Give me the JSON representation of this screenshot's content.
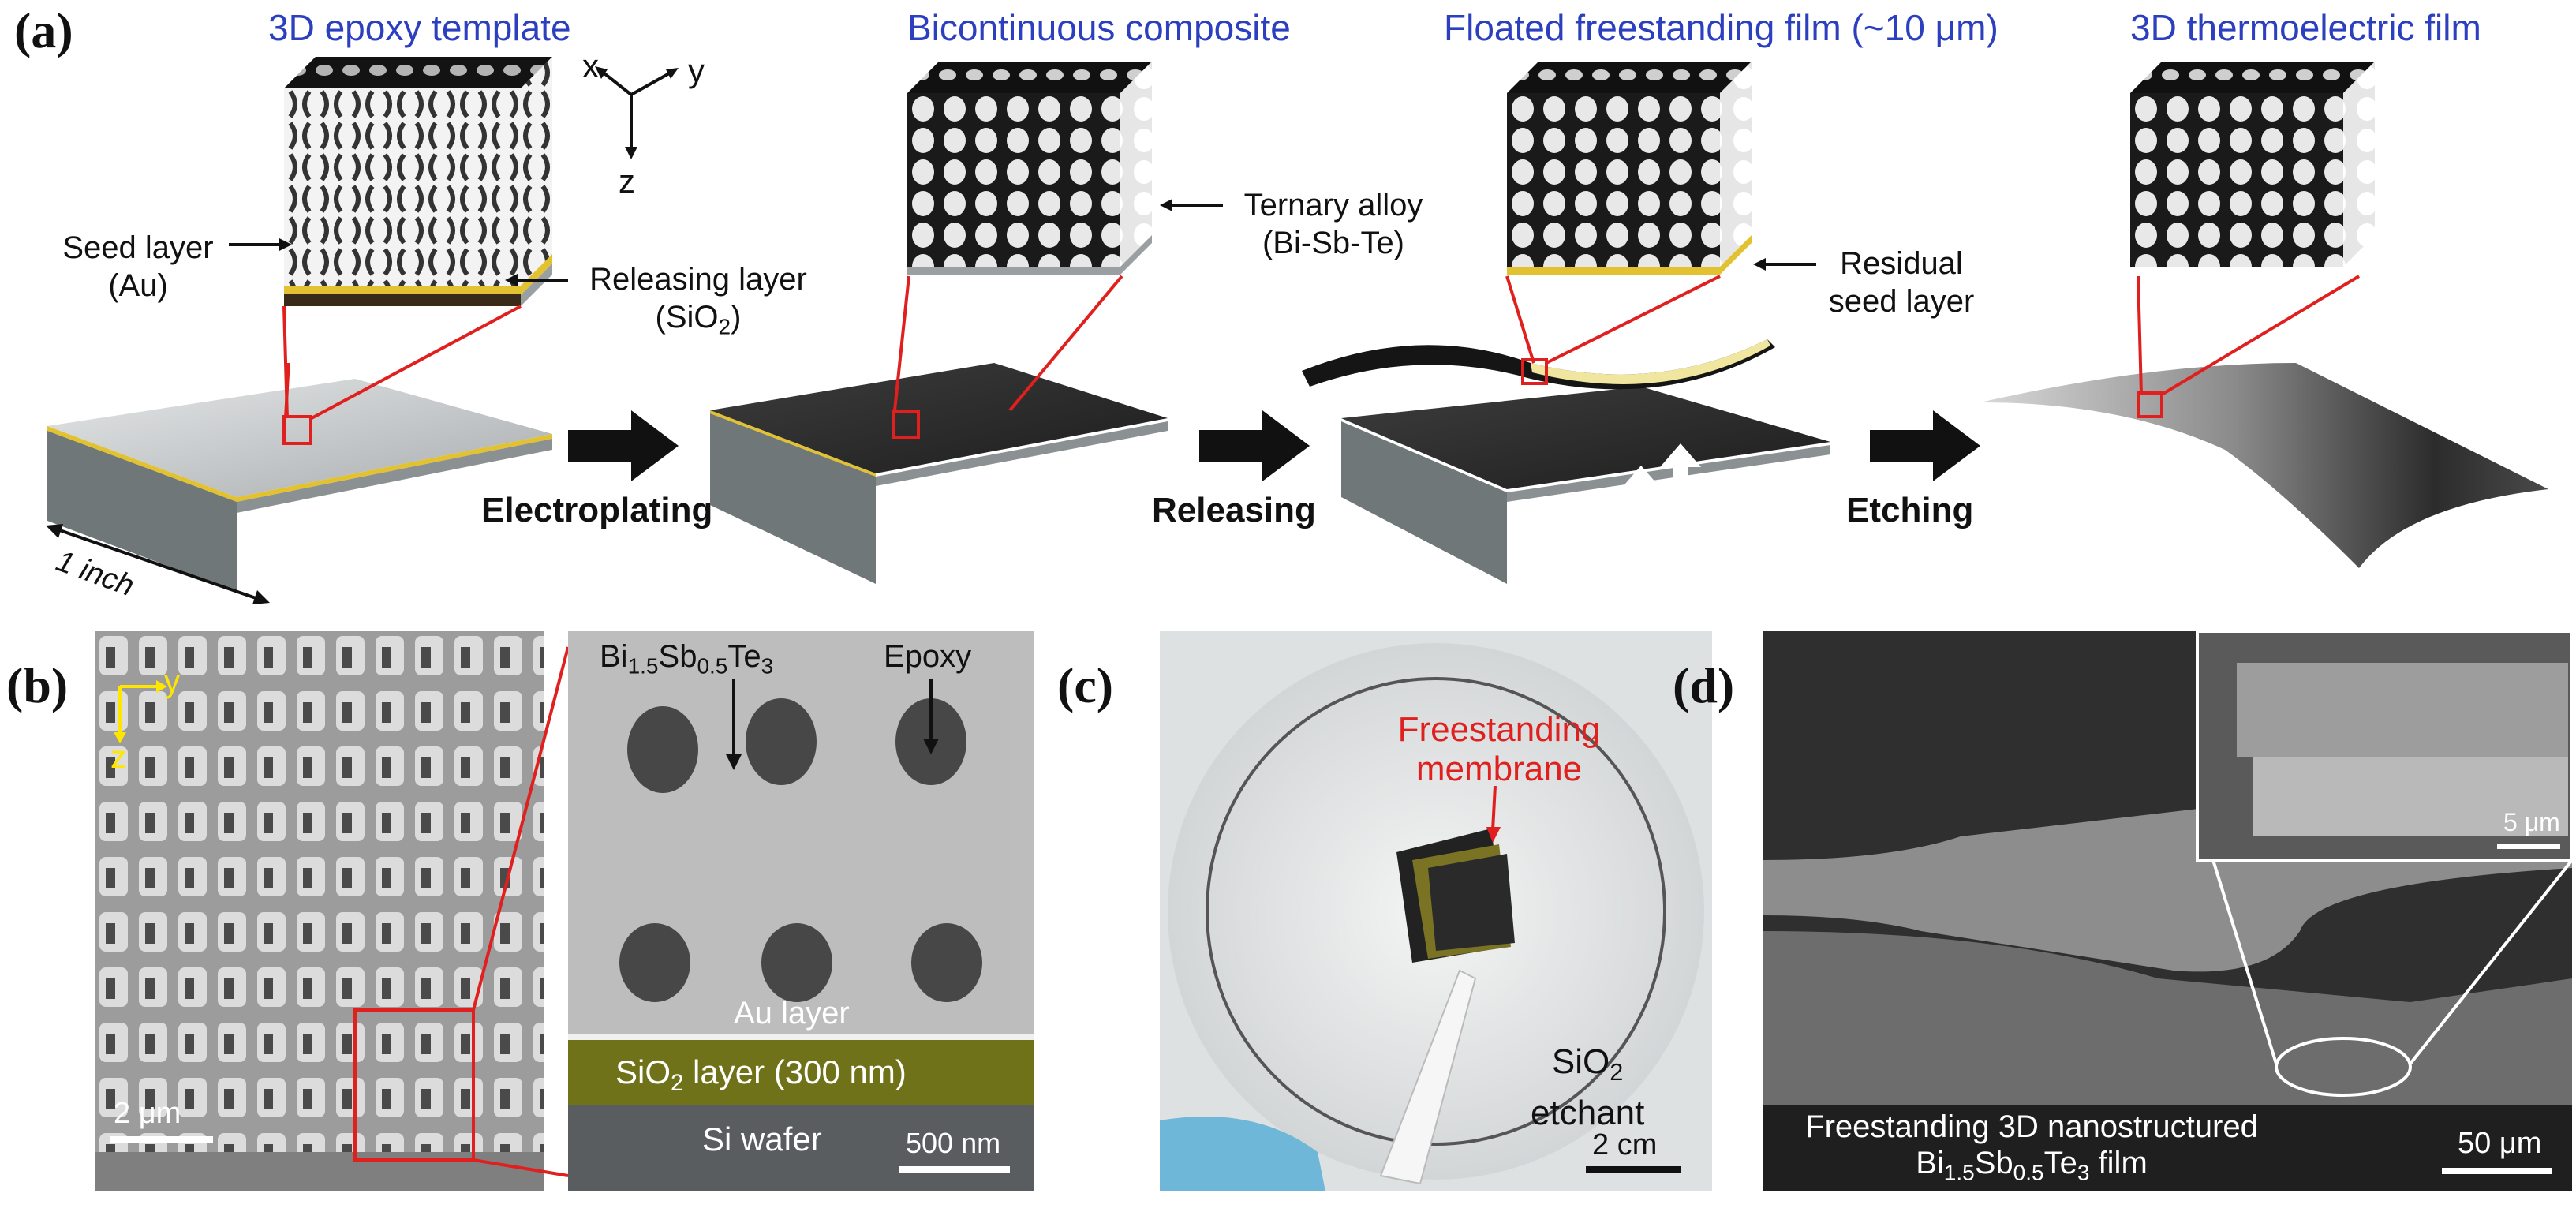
{
  "panel_labels": {
    "a": "(a)",
    "b": "(b)",
    "c": "(c)",
    "d": "(d)"
  },
  "stages": {
    "s1": "3D epoxy template",
    "s2": "Bicontinuous composite",
    "s3": "Floated freestanding film (~10 μm)",
    "s4": "3D thermoelectric film"
  },
  "steps": {
    "step1": "Electroplating",
    "step2": "Releasing",
    "step3": "Etching"
  },
  "axes": {
    "x": "x",
    "y": "y",
    "z": "z"
  },
  "annotations": {
    "seed_layer": "Seed layer",
    "seed_layer_material": "(Au)",
    "releasing_layer": "Releasing layer",
    "releasing_layer_material": "(SiO",
    "releasing_layer_sub": "2",
    "releasing_layer_close": ")",
    "ternary_alloy": "Ternary alloy",
    "ternary_alloy_material": "(Bi-Sb-Te)",
    "residual_seed_line1": "Residual",
    "residual_seed_line2": "seed layer",
    "size": "1 inch"
  },
  "panel_b": {
    "axis_y": "y",
    "axis_z": "z",
    "scale_left": "2 μm",
    "label_bi": "Bi",
    "label_bi_sub1": "1.5",
    "label_sb": "Sb",
    "label_bi_sub2": "0.5",
    "label_te": "Te",
    "label_bi_sub3": "3",
    "label_epoxy": "Epoxy",
    "au_layer": "Au layer",
    "sio2_prefix": "SiO",
    "sio2_sub": "2",
    "sio2_suffix": " layer (300 nm)",
    "si_wafer": "Si wafer",
    "scale_right": "500 nm"
  },
  "panel_c": {
    "membrane_line1": "Freestanding",
    "membrane_line2": "membrane",
    "etchant_prefix": "SiO",
    "etchant_sub": "2",
    "etchant_line2": "etchant",
    "scale": "2 cm"
  },
  "panel_d": {
    "inset_scale": "5 μm",
    "caption_line1": "Freestanding 3D nanostructured",
    "cap_bi": "Bi",
    "cap_sub1": "1.5",
    "cap_sb": "Sb",
    "cap_sub2": "0.5",
    "cap_te": "Te",
    "cap_sub3": "3",
    "cap_film": " film",
    "scale": "50 μm"
  },
  "colors": {
    "title_blue": "#2c3fbf",
    "highlight_red": "#e0201e",
    "scale_yellow": "#ffe600"
  }
}
